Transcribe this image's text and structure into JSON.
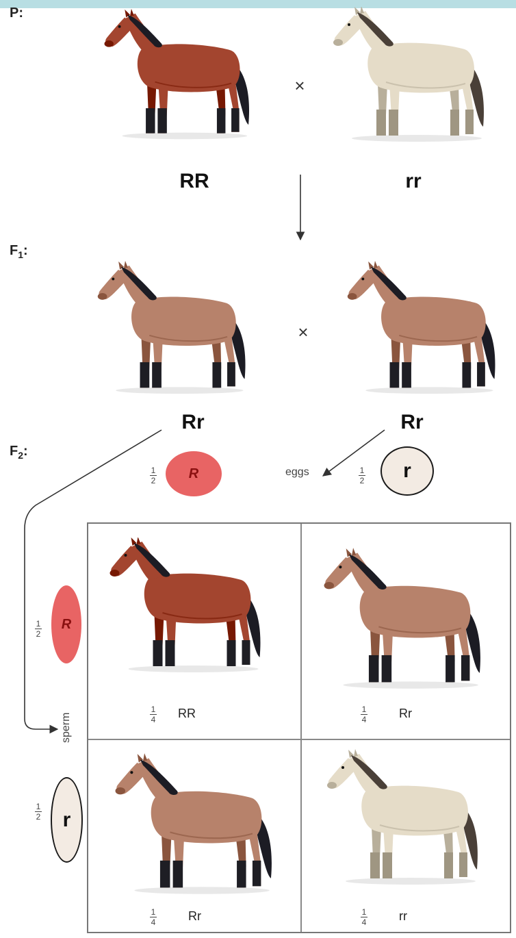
{
  "generations": {
    "p_label": "P:",
    "f1_label": "F",
    "f1_sub": "1",
    "f1_colon": ":",
    "f2_label": "F",
    "f2_sub": "2",
    "f2_colon": ":"
  },
  "symbols": {
    "cross": "×"
  },
  "parents": {
    "left_genotype": "RR",
    "right_genotype": "rr"
  },
  "f1": {
    "left_genotype": "Rr",
    "right_genotype": "Rr"
  },
  "gametes": {
    "fraction_num": "1",
    "fraction_den": "2",
    "dominant_allele": "R",
    "recessive_allele": "r",
    "eggs_label": "eggs",
    "sperm_label": "sperm"
  },
  "punnett": {
    "fraction_num": "1",
    "fraction_den": "4",
    "cells": [
      {
        "genotype": "RR"
      },
      {
        "genotype": "Rr"
      },
      {
        "genotype": "Rr"
      },
      {
        "genotype": "rr"
      }
    ]
  },
  "colors": {
    "chestnut": "#a3452f",
    "bay_roan": "#b7826b",
    "cream": "#e5dcc8",
    "mane_dark": "#1c1c24",
    "mane_cream": "#4a4038",
    "dominant_gamete": "#e86464",
    "recessive_gamete": "#f3ebe3",
    "top_bar": "#b8dee3"
  }
}
